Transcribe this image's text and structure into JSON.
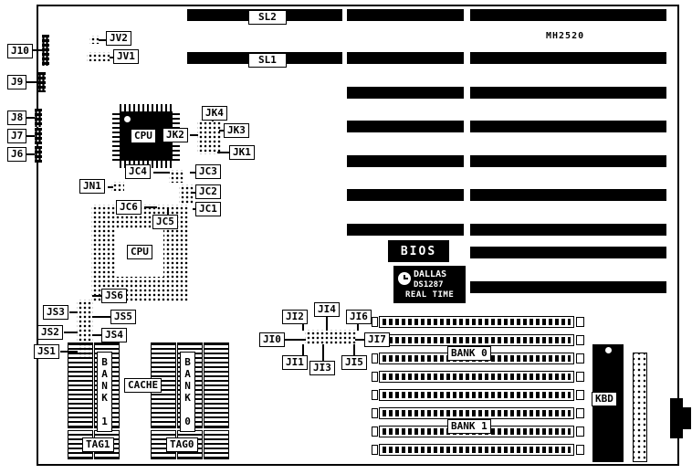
{
  "board": {
    "model": "MH2520",
    "slots": {
      "sl2": "SL2",
      "sl1": "SL1"
    },
    "chips": {
      "cpu_qfp": "CPU",
      "cpu_socket": "CPU",
      "bios": "BIOS",
      "rtc": {
        "brand": "DALLAS",
        "part": "DS1287",
        "line3": "REAL TIME"
      },
      "kbd": "KBD",
      "cache": "CACHE",
      "sram_bank1": "BANK 1",
      "sram_bank0": "BANK 0",
      "tag1": "TAG1",
      "tag0": "TAG0"
    },
    "memory": {
      "bank0": "BANK 0",
      "bank1": "BANK 1"
    },
    "jumpers": {
      "j10": "J10",
      "j9": "J9",
      "j8": "J8",
      "j7": "J7",
      "j6": "J6",
      "jv2": "JV2",
      "jv1": "JV1",
      "jk4": "JK4",
      "jk3": "JK3",
      "jk2": "JK2",
      "jk1": "JK1",
      "jc4": "JC4",
      "jc3": "JC3",
      "jc2": "JC2",
      "jc1": "JC1",
      "jc6": "JC6",
      "jc5": "JC5",
      "jn1": "JN1",
      "js6": "JS6",
      "js5": "JS5",
      "js4": "JS4",
      "js3": "JS3",
      "js2": "JS2",
      "js1": "JS1",
      "ji0": "JI0",
      "ji1": "JI1",
      "ji2": "JI2",
      "ji3": "JI3",
      "ji4": "JI4",
      "ji5": "JI5",
      "ji6": "JI6",
      "ji7": "JI7"
    },
    "colors": {
      "chip": "#000000",
      "background": "#ffffff"
    }
  }
}
